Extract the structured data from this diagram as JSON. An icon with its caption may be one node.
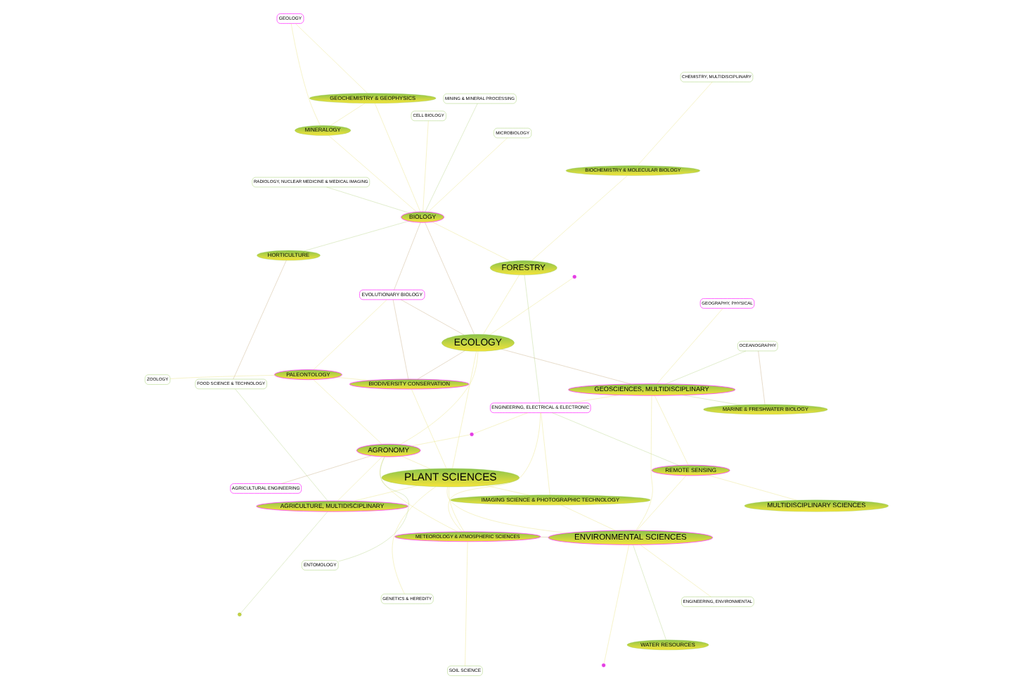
{
  "diagram": {
    "nodes": [
      {
        "text": [
          "SOIL SCIENCE"
        ]
      },
      {
        "text": [
          "ENGINEERING, ELECTRICAL & ELECTRONIC"
        ]
      },
      {
        "text": [
          "METEOROLOGY & ATMOSPHERIC SCIENCES"
        ]
      },
      {
        "text": [
          "AGRICULTURAL ENGINEERING"
        ]
      },
      {
        "text": [
          "AGRICULTURE, MULTIDISCIPLINARY"
        ]
      },
      {
        "text": [
          "ENTOMOLOGY"
        ]
      },
      {
        "text": [
          "HORTICULTURE"
        ]
      },
      {
        "text": [
          "WATER RESOURCES"
        ]
      },
      {
        "text": [
          "ENVIRONMENTAL SCIENCES"
        ]
      },
      {
        "text": [
          "FOOD SCIENCE & TECHNOLOGY"
        ]
      },
      {
        "text": [
          "GENETICS & HEREDITY"
        ]
      },
      {
        "text": [
          "PLANT SCIENCES"
        ]
      },
      {
        "text": [
          "ENGINEERING, ENVIRONMENTAL"
        ]
      },
      {
        "text": [
          "AGRONOMY"
        ]
      },
      {
        "text": [
          "IMAGING SCIENCE & PHOTOGRAPHIC TECHNOLOGY"
        ]
      },
      {
        "text": [
          "PALEONTOLOGY"
        ]
      },
      {
        "text": [
          "REMOTE SENSING"
        ]
      },
      {
        "text": [
          "ZOOLOGY"
        ]
      },
      {
        "text": [
          "GEOLOGY"
        ]
      },
      {
        "text": [
          "EVOLUTIONARY BIOLOGY"
        ]
      },
      {
        "text": [
          "BIODIVERSITY CONSERVATION"
        ]
      },
      {
        "text": [
          "GEOSCIENCES, MULTIDISCIPLINARY"
        ]
      },
      {
        "text": [
          "GEOGRAPHY, PHYSICAL"
        ]
      },
      {
        "text": [
          "MINING & MINERAL PROCESSING"
        ]
      },
      {
        "text": [
          "ECOLOGY"
        ]
      },
      {
        "text": [
          "MARINE & FRESHWATER BIOLOGY"
        ]
      },
      {
        "text": [
          "OCEANOGRAPHY"
        ]
      },
      {
        "text": [
          "FORESTRY"
        ]
      },
      {
        "text": [
          "RADIOLOGY, NUCLEAR MEDICINE & MEDICAL IMAGING"
        ]
      },
      {
        "text": [
          "MICROBIOLOGY"
        ]
      },
      {
        "text": [
          "CELL BIOLOGY"
        ]
      },
      {
        "text": [
          "BIOCHEMISTRY & MOLECULAR BIOLOGY"
        ]
      },
      {
        "text": [
          "MINERALOGY"
        ]
      },
      {
        "text": [
          "BIOLOGY"
        ]
      },
      {
        "text": [
          "CHEMISTRY, MULTIDISCIPLINARY"
        ]
      },
      {
        "text": [
          "MULTIDISCIPLINARY SCIENCES"
        ]
      },
      {
        "text": [
          "GEOCHEMISTRY & GEOPHYSICS"
        ]
      },
      {
        "text": [],
        "shape": "circle"
      },
      {
        "text": [],
        "shape": "circle"
      },
      {
        "text": [],
        "shape": "circle"
      },
      {
        "text": [],
        "shape": "circle"
      }
    ],
    "edges": [
      {
        "from": 2,
        "to": 1,
        "arrow": "none"
      },
      {
        "from": 37,
        "to": 1,
        "arrow": "none"
      },
      {
        "from": 1,
        "to": 16,
        "arrow": "none",
        "color": "#9cc45a"
      },
      {
        "from": 1,
        "to": 27,
        "arrow": "none",
        "color": "#9cc45a"
      },
      {
        "from": 1,
        "to": 14,
        "arrow": "none"
      },
      {
        "from": 1,
        "to": 21,
        "arrow": "none"
      },
      {
        "from": 0,
        "to": 2,
        "arrow": "none"
      },
      {
        "from": 2,
        "to": 8,
        "arrow": "none",
        "color": "#b08a50"
      },
      {
        "from": 2,
        "to": 11,
        "arrow": "none"
      },
      {
        "from": 2,
        "to": 13,
        "arrow": "none"
      },
      {
        "from": 3,
        "to": 13,
        "arrow": "none",
        "color": "#b08a50"
      },
      {
        "from": 37,
        "to": 13,
        "arrow": "none"
      },
      {
        "from": 4,
        "to": 38,
        "arrow": "none",
        "color": "#9cc45a"
      },
      {
        "from": 4,
        "to": 9,
        "arrow": "none",
        "color": "#9cc45a"
      },
      {
        "from": 4,
        "to": 11,
        "arrow": "none"
      },
      {
        "from": 4,
        "to": 13,
        "arrow": "none"
      },
      {
        "from": 5,
        "to": 13,
        "arrow": "none",
        "color": "#9cc45a"
      },
      {
        "from": 6,
        "to": 9,
        "arrow": "none",
        "color": "#b08a50"
      },
      {
        "from": 6,
        "to": 33,
        "arrow": "none",
        "color": "#9cc45a"
      },
      {
        "from": 7,
        "to": 8,
        "arrow": "none",
        "color": "#9cc45a"
      },
      {
        "from": 8,
        "to": 11,
        "arrow": "none"
      },
      {
        "from": 8,
        "to": 14,
        "arrow": "none"
      },
      {
        "from": 8,
        "to": 12,
        "arrow": "none"
      },
      {
        "from": 8,
        "to": 16,
        "arrow": "none"
      },
      {
        "from": 8,
        "to": 21,
        "arrow": "none"
      },
      {
        "from": 8,
        "to": 39,
        "arrow": "none"
      },
      {
        "from": 11,
        "to": 10,
        "arrow": "none"
      },
      {
        "from": 11,
        "to": 13,
        "arrow": "none"
      },
      {
        "from": 11,
        "to": 14,
        "arrow": "none"
      },
      {
        "from": 11,
        "to": 24,
        "arrow": "none"
      },
      {
        "from": 11,
        "to": 20,
        "arrow": "none"
      },
      {
        "from": 13,
        "to": 24,
        "arrow": "none"
      },
      {
        "from": 13,
        "to": 15,
        "arrow": "none"
      },
      {
        "from": 15,
        "to": 19,
        "arrow": "none"
      },
      {
        "from": 15,
        "to": 20,
        "arrow": "none"
      },
      {
        "from": 15,
        "to": 17,
        "arrow": "none"
      },
      {
        "from": 19,
        "to": 20,
        "arrow": "none",
        "color": "#b08a50"
      },
      {
        "from": 19,
        "to": 24,
        "arrow": "none",
        "color": "#b08a50"
      },
      {
        "from": 19,
        "to": 33,
        "arrow": "none",
        "color": "#b08a50"
      },
      {
        "from": 18,
        "to": 32,
        "arrow": "none"
      },
      {
        "from": 18,
        "to": 36,
        "arrow": "none"
      },
      {
        "from": 23,
        "to": 33,
        "arrow": "none",
        "color": "#9cc45a"
      },
      {
        "from": 20,
        "to": 24,
        "arrow": "none",
        "color": "#b08a50"
      },
      {
        "from": 21,
        "to": 22,
        "arrow": "none"
      },
      {
        "from": 21,
        "to": 24,
        "arrow": "none",
        "color": "#b08a50"
      },
      {
        "from": 21,
        "to": 16,
        "arrow": "none"
      },
      {
        "from": 21,
        "to": 25,
        "arrow": "none",
        "color": "#9cc45a"
      },
      {
        "from": 21,
        "to": 26,
        "arrow": "none",
        "color": "#9cc45a"
      },
      {
        "from": 25,
        "to": 26,
        "arrow": "none",
        "color": "#b08a50"
      },
      {
        "from": 24,
        "to": 27,
        "arrow": "none"
      },
      {
        "from": 24,
        "to": 33,
        "arrow": "none",
        "color": "#b08a50"
      },
      {
        "from": 24,
        "to": 40,
        "arrow": "none"
      },
      {
        "from": 27,
        "to": 33,
        "arrow": "none"
      },
      {
        "from": 27,
        "to": 31,
        "arrow": "none"
      },
      {
        "from": 31,
        "to": 34,
        "arrow": "none"
      },
      {
        "from": 32,
        "to": 36,
        "arrow": "none"
      },
      {
        "from": 32,
        "to": 33,
        "arrow": "none"
      },
      {
        "from": 33,
        "to": 36,
        "arrow": "none"
      },
      {
        "from": 33,
        "to": 29,
        "arrow": "none"
      },
      {
        "from": 35,
        "to": 16,
        "arrow": "none"
      },
      {
        "from": 28,
        "to": 33,
        "arrow": "none",
        "color": "#9cc45a"
      },
      {
        "from": 30,
        "to": 33,
        "arrow": "none"
      }
    ]
  }
}
